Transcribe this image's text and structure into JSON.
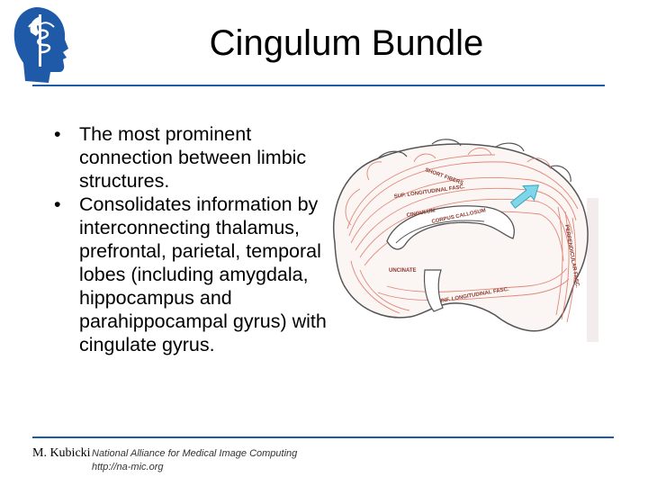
{
  "slide": {
    "title": "Cingulum Bundle",
    "bullets": [
      "The most prominent connection between limbic structures.",
      "Consolidates information by interconnecting thalamus, prefrontal, parietal, temporal lobes (including amygdala, hippocampus and parahippocampal gyrus) with cingulate gyrus."
    ]
  },
  "figure": {
    "labels": {
      "short_fibers": "SHORT FIBERS",
      "sup_long_fasc": "SUP. LONGITUDINAL FASC.",
      "cingulum": "CINGULUM",
      "corpus_callosum": "CORPUS CALLOSUM",
      "uncinate": "UNCINATE",
      "inf_long_fasc": "INF. LONGITUDINAL FASC.",
      "perpendicular_fasc": "PERPENDICULAR FASC."
    },
    "colors": {
      "fibers": "#e07a6a",
      "outline": "#555555",
      "arrow": "#7fd6e8"
    }
  },
  "footer": {
    "author": "M. Kubicki",
    "org": "National Alliance for Medical Image Computing",
    "url": "http://na-mic.org"
  },
  "colors": {
    "accent_rule": "#1f5aa8",
    "logo": "#1f5aa8"
  }
}
